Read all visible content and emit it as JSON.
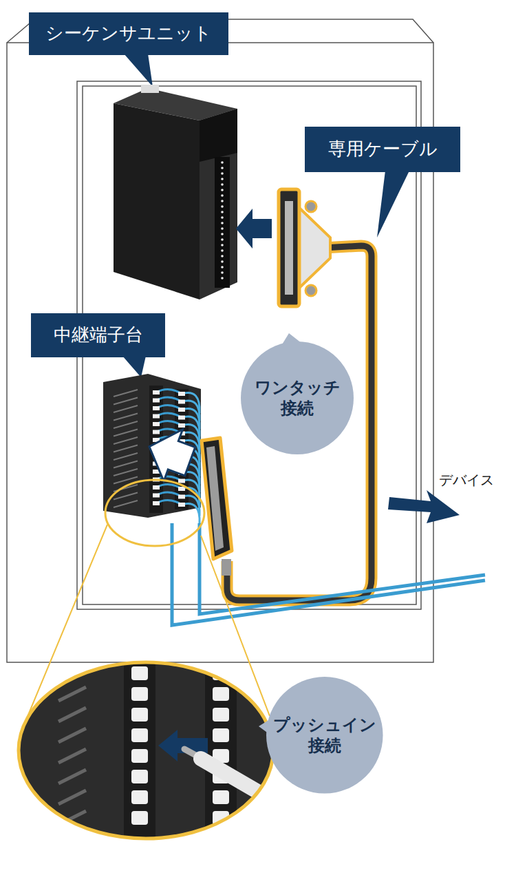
{
  "diagram": {
    "nodes": [
      {
        "text": [
          "シーケンサユニット"
        ]
      },
      {
        "text": [
          "専用ケーブル"
        ]
      },
      {
        "text": [
          "中継端子台"
        ]
      },
      {
        "text": [
          "ワンタッチ 接続"
        ]
      },
      {
        "text": [
          "プッシュイン 接続"
        ]
      }
    ],
    "labels": [
      "デバイス"
    ]
  }
}
